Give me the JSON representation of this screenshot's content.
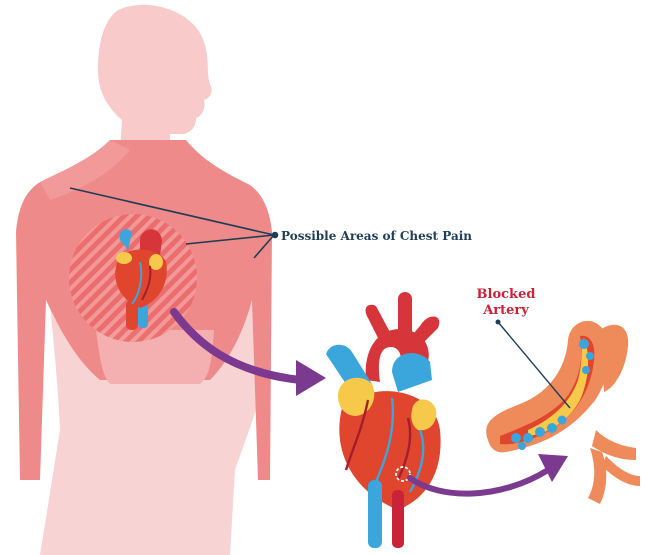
{
  "labels": {
    "chest_pain": "Possible Areas of Chest Pain",
    "blocked_artery_line1": "Blocked",
    "blocked_artery_line2": "Artery"
  },
  "colors": {
    "skin_light": "#f8cfcf",
    "torso": "#ee8585",
    "pain_zone": "#e44b4b",
    "heart_red": "#e0452e",
    "artery_red": "#c9233a",
    "vein_blue": "#3aa6dc",
    "fat_yellow": "#f6c94a",
    "arrow_purple": "#7b3a8f",
    "label_navy": "#1f3e56"
  }
}
